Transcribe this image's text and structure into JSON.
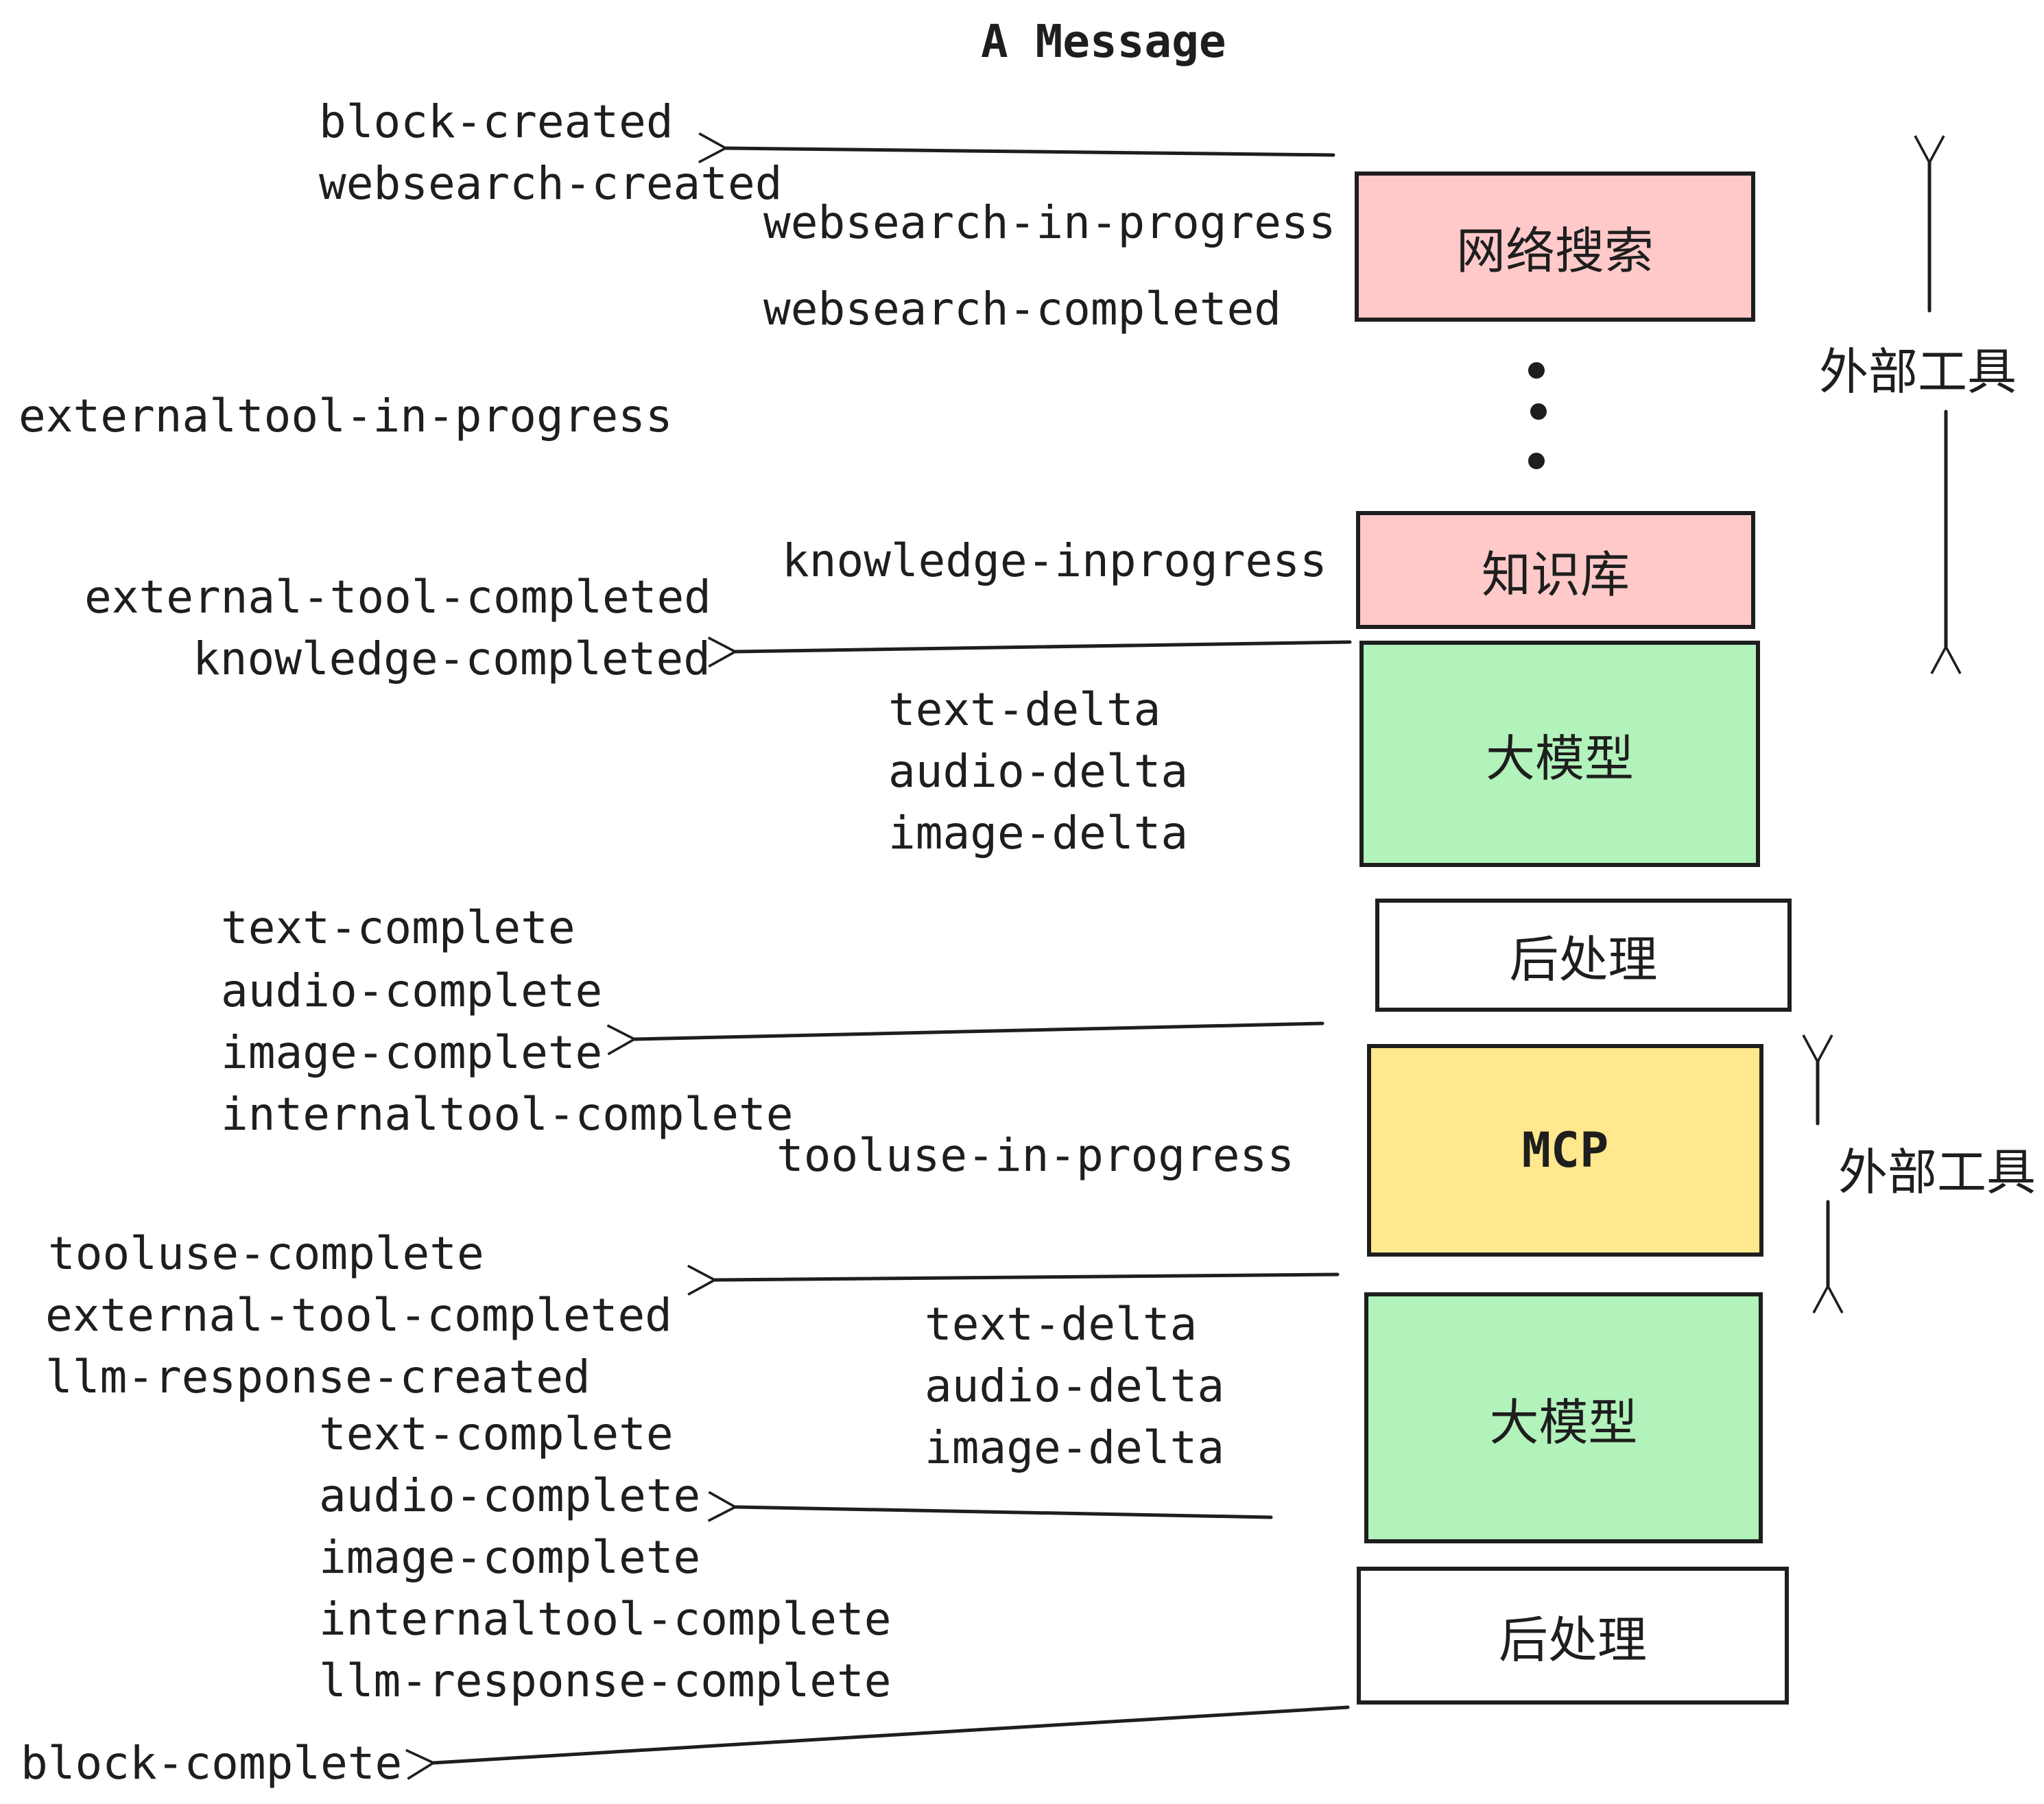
{
  "title": "A Message",
  "events": {
    "block_created": "block-created",
    "websearch_created": "websearch-created",
    "websearch_in_progress": "websearch-in-progress",
    "websearch_completed": "websearch-completed",
    "externaltool_in_progress": "externaltool-in-progress",
    "knowledge_inprogress": "knowledge-inprogress",
    "external_tool_completed_1": "external-tool-completed",
    "knowledge_completed": "knowledge-completed",
    "text_delta_1": "text-delta",
    "audio_delta_1": "audio-delta",
    "image_delta_1": "image-delta",
    "text_complete_1": "text-complete",
    "audio_complete_1": "audio-complete",
    "image_complete_1": "image-complete",
    "internaltool_complete_1": "internaltool-complete",
    "tooluse_in_progress": "tooluse-in-progress",
    "tooluse_complete": "tooluse-complete",
    "external_tool_completed_2": "external-tool-completed",
    "llm_response_created": "llm-response-created",
    "text_delta_2": "text-delta",
    "audio_delta_2": "audio-delta",
    "image_delta_2": "image-delta",
    "text_complete_2": "text-complete",
    "audio_complete_2": "audio-complete",
    "image_complete_2": "image-complete",
    "internaltool_complete_2": "internaltool-complete",
    "llm_response_complete": "llm-response-complete",
    "block_complete": "block-complete"
  },
  "boxes": [
    {
      "label": "网络搜索",
      "fill": "#ffc9c9"
    },
    {
      "label": "知识库",
      "fill": "#ffc9c9"
    },
    {
      "label": "大模型",
      "fill": "#b2f2bb"
    },
    {
      "label": "后处理",
      "fill": "#ffffff"
    },
    {
      "label": "MCP",
      "fill": "#ffe88d"
    },
    {
      "label": "大模型",
      "fill": "#b2f2bb"
    },
    {
      "label": "后处理",
      "fill": "#ffffff"
    }
  ],
  "side_labels": {
    "external_tools_top": "外部工具",
    "external_tools_mid": "外部工具"
  },
  "colors": {
    "pink": "#ffc9c9",
    "green": "#b2f2bb",
    "yellow": "#ffe88d",
    "stroke": "#1e1e1e",
    "text": "#1e1e1e",
    "background": "#ffffff"
  }
}
